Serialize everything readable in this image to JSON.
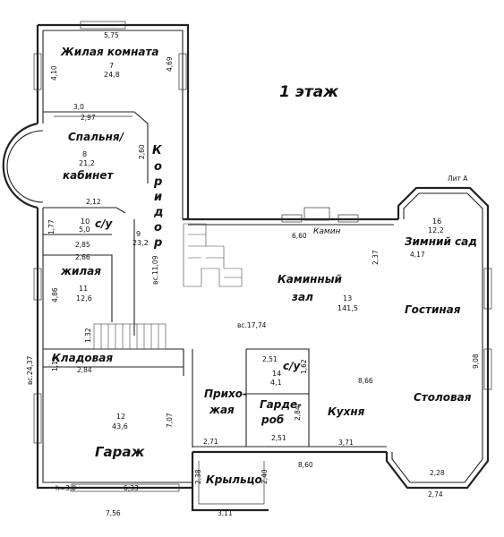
{
  "floor_title": "1 этаж",
  "corner_label": "Лит А",
  "corridor_letters": [
    "К",
    "о",
    "р",
    "и",
    "д",
    "о",
    "р"
  ],
  "rooms": [
    {
      "name": "Жилая комната",
      "num": "7",
      "area": "24,8"
    },
    {
      "name": "Спальня/",
      "name2": "кабинет",
      "num": "8",
      "area": "21,2"
    },
    {
      "name": "с/у",
      "num": "10",
      "area": "5,0"
    },
    {
      "name": "жилая",
      "num": "11",
      "area": "12,6"
    },
    {
      "name": "",
      "num": "9",
      "area": "23,2"
    },
    {
      "name": "Кладовая"
    },
    {
      "name": "Гараж",
      "num": "12",
      "area": "43,6"
    },
    {
      "name": "Зимний сад",
      "num": "16",
      "area": "12,2"
    },
    {
      "name": "Каминный",
      "name2": "зал",
      "num": "13",
      "area": "141,5"
    },
    {
      "name": "Гостиная"
    },
    {
      "name": "Столовая"
    },
    {
      "name": "Кухня"
    },
    {
      "name": "с/у",
      "num": "14",
      "area": "4,1"
    },
    {
      "name": "Прихо-",
      "name2": "жая"
    },
    {
      "name": "Гарде-",
      "name2": "роб"
    },
    {
      "name": "Крыльцо"
    },
    {
      "name": "Камин"
    }
  ],
  "dims": {
    "d575": "5,75",
    "d410": "4,10",
    "d469": "4,69",
    "d300": "3,0",
    "d297": "2,97",
    "d260": "2,60",
    "d212": "2,12",
    "d177": "1,77",
    "d285": "2,85",
    "d266": "2,66",
    "d486": "4,86",
    "d132": "1,32",
    "d112": "1,12",
    "d284": "2,84",
    "d707": "7,07",
    "d633": "6,33",
    "h30": "h=3,0",
    "d756": "7,56",
    "d311": "3,11",
    "d238": "2,38",
    "d240": "2,40",
    "d271": "2,71",
    "d251a": "2,51",
    "d251b": "2,51",
    "d162": "1,62",
    "d284b": "2,84",
    "d371": "3,71",
    "d860": "8,60",
    "d274": "2,74",
    "d228": "2,28",
    "d908": "9,08",
    "d866": "8,66",
    "d660": "6,60",
    "d237": "2,37",
    "d417": "4,17",
    "d2437": "вс.24,37",
    "d1774": "вс.17,74",
    "d1109": "вс.11,09"
  }
}
